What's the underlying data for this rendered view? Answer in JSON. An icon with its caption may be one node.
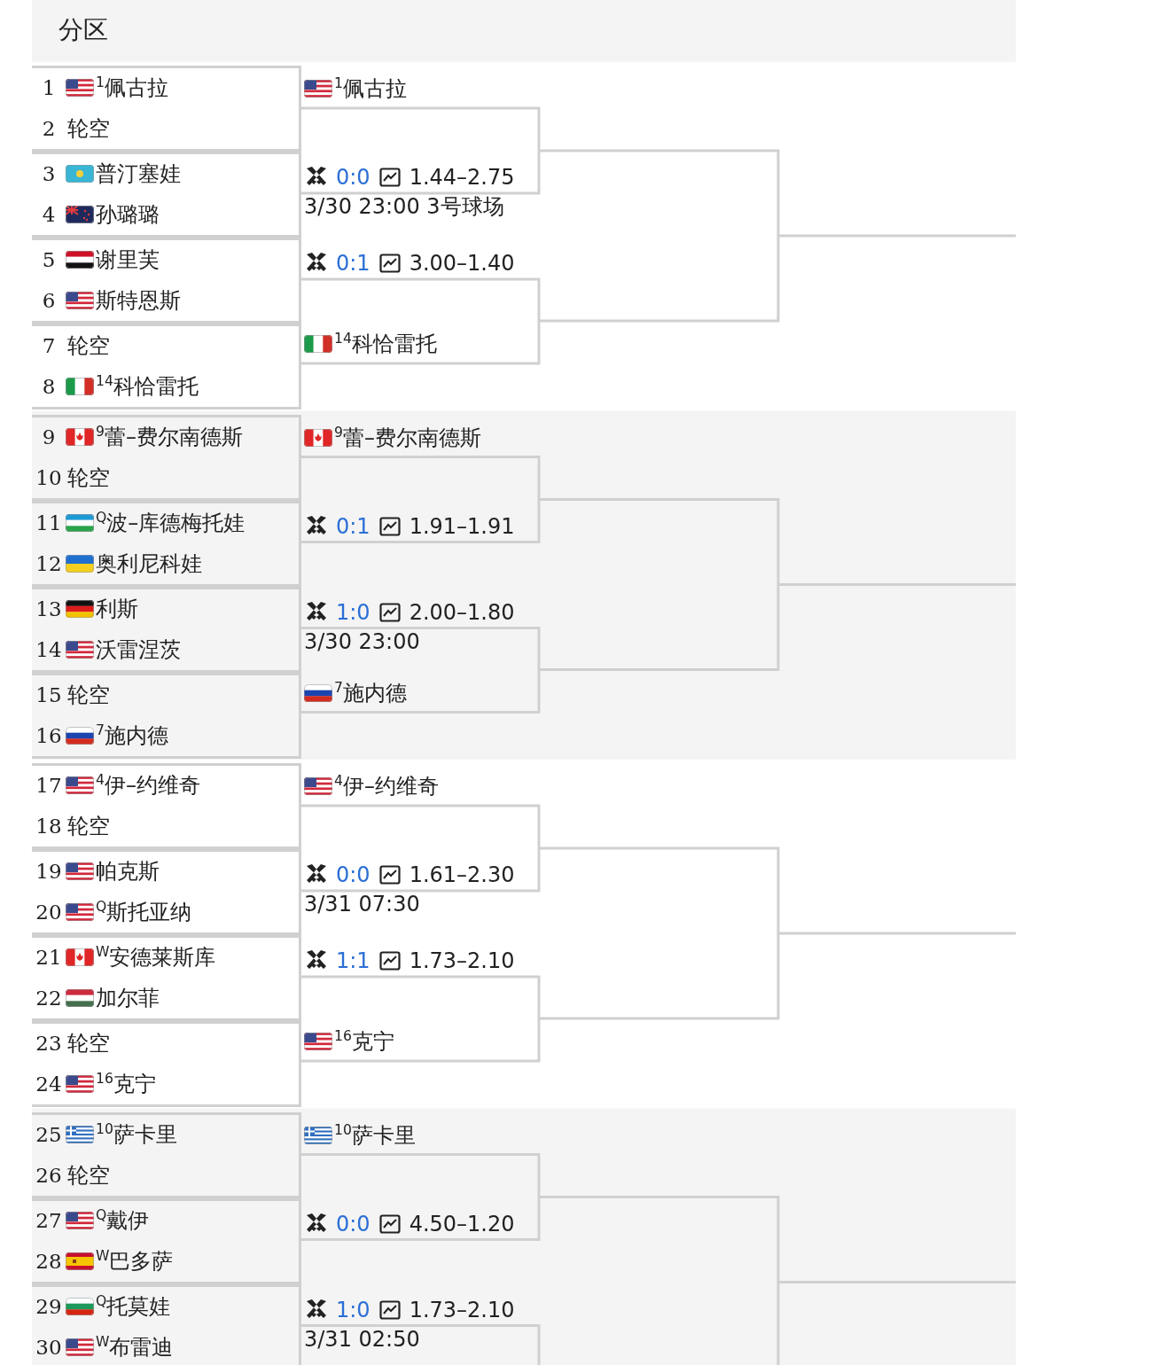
{
  "diagram": {
    "title": "分区",
    "nodes": [
      {
        "text": [
          "1",
          "$^{1}$佩古拉",
          "2",
          "轮空"
        ]
      },
      {
        "text": [
          "3",
          "普汀塞娃",
          "4",
          "孙璐璐"
        ]
      },
      {
        "text": [
          "5",
          "谢里芙",
          "6",
          "斯特恩斯"
        ]
      },
      {
        "text": [
          "7",
          "轮空",
          "8",
          "$^{14}$科恰雷托"
        ]
      },
      {
        "text": [
          "9",
          "$^{9}$蕾–费尔南德斯",
          "10",
          "轮空"
        ]
      },
      {
        "text": [
          "11",
          "$^{Q}$波–库德梅托娃",
          "12",
          "奥利尼科娃"
        ]
      },
      {
        "text": [
          "13",
          "利斯",
          "14",
          "沃雷涅茨"
        ]
      },
      {
        "text": [
          "15",
          "轮空",
          "16",
          "$^{7}$施内德"
        ]
      },
      {
        "text": [
          "17",
          "$^{4}$伊–约维奇",
          "18",
          "轮空"
        ]
      },
      {
        "text": [
          "19",
          "帕克斯",
          "20",
          "$^{Q}$斯托亚纳"
        ]
      },
      {
        "text": [
          "21",
          "$^{W}$安德莱斯库",
          "22",
          "加尔菲"
        ]
      },
      {
        "text": [
          "23",
          "轮空",
          "24",
          "$^{16}$克宁"
        ]
      },
      {
        "text": [
          "25",
          "$^{10}$萨卡里",
          "26",
          "轮空"
        ]
      },
      {
        "text": [
          "27",
          "$^{Q}$戴伊",
          "28",
          "$^{W}$巴多萨"
        ]
      },
      {
        "text": [
          "29",
          "$^{Q}$托莫娃",
          "30",
          "$^{W}$布雷迪"
        ]
      }
    ],
    "labels": [
      "$^{1}$佩古拉",
      "0:0",
      "1.44–2.75",
      "3/30 23:00 3号球场",
      "0:1",
      "3.00–1.40",
      "$^{14}$科恰雷托",
      "$^{9}$蕾–费尔南德斯",
      "0:1",
      "1.91–1.91",
      "1:0",
      "2.00–1.80",
      "3/30 23:00",
      "$^{7}$施内德",
      "$^{4}$伊–约维奇",
      "0:0",
      "1.61–2.30",
      "3/31 07:30",
      "1:1",
      "1.73–2.10",
      "$^{16}$克宁",
      "$^{10}$萨卡里",
      "0:0",
      "4.50–1.20",
      "1:0",
      "1.73–2.10",
      "3/31 02:50"
    ]
  }
}
